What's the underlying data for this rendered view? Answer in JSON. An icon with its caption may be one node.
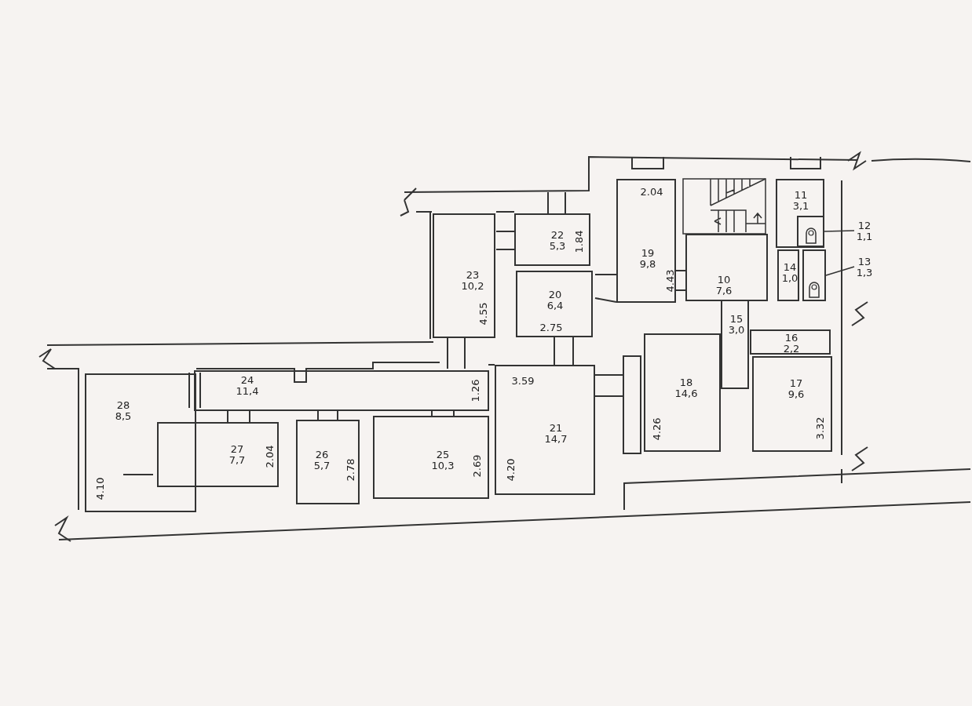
{
  "diagram": {
    "nodes": [
      {
        "text": [
          "10",
          "7,6"
        ]
      },
      {
        "text": [
          "11",
          "3,1"
        ]
      },
      {
        "text": [],
        "shape": "box",
        "in": 1
      },
      {
        "text": [
          "12",
          "1,1"
        ]
      },
      {
        "text": [],
        "shape": "box"
      },
      {
        "text": [
          "13",
          "1,3"
        ]
      },
      {
        "text": [
          "14",
          "1,0"
        ]
      },
      {
        "text": [
          "15",
          "3,0"
        ]
      },
      {
        "text": [
          "16",
          "2,2"
        ]
      },
      {
        "text": [
          "17",
          "9,6",
          "3.32"
        ]
      },
      {
        "text": [
          "18",
          "14,6",
          "4.26"
        ]
      },
      {
        "text": [],
        "shape": "box"
      },
      {
        "text": [
          "2.04",
          "19",
          "9,8",
          "4.43"
        ]
      },
      {
        "text": [
          "20",
          "6,4",
          "2.75"
        ]
      },
      {
        "text": [
          "3.59",
          "21",
          "14,7",
          "4.20"
        ]
      },
      {
        "text": [
          "22",
          "5,3",
          "1.84"
        ]
      },
      {
        "text": [
          "23",
          "10,2",
          "4.55"
        ]
      },
      {
        "text": [
          "24",
          "11,4",
          "1.26"
        ]
      },
      {
        "text": [
          "25",
          "10,3",
          "2.69"
        ]
      },
      {
        "text": [
          "26",
          "5,7",
          "2.78"
        ]
      },
      {
        "text": [
          "27",
          "7,7",
          "2.04"
        ]
      },
      {
        "text": [
          "28",
          "8,5",
          "4.10"
        ]
      }
    ],
    "edges": [
      {
        "from": 3,
        "to": 2,
        "arrow": "none"
      },
      {
        "from": 5,
        "to": 4,
        "arrow": "none"
      }
    ]
  }
}
